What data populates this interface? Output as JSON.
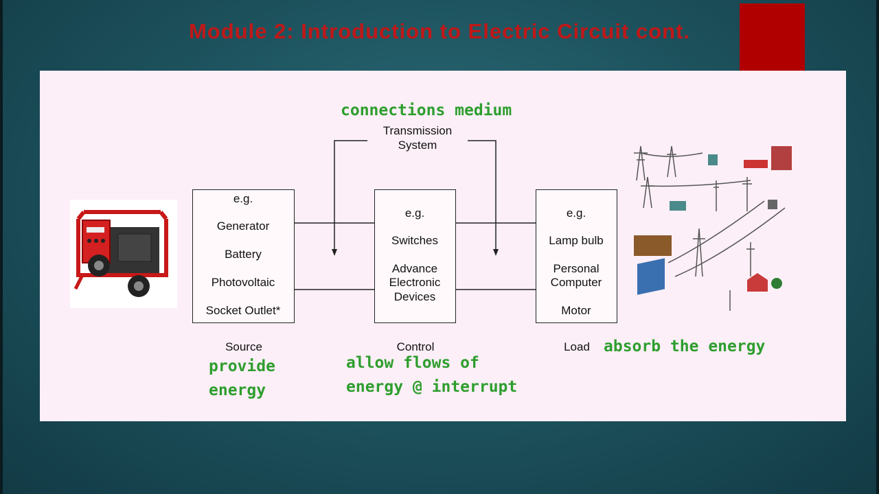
{
  "slide": {
    "title": "Module 2: Introduction to Electric Circuit cont."
  },
  "diagram": {
    "transmission_label_1": "Transmission",
    "transmission_label_2": "System",
    "connections_note": "connections medium",
    "source_box": {
      "eg": "e.g.",
      "items": [
        "Generator",
        "Battery",
        "Photovoltaic",
        "Socket Outlet*"
      ]
    },
    "control_box": {
      "eg": "e.g.",
      "items": [
        "Switches",
        "Advance",
        "Electronic",
        "Devices"
      ]
    },
    "load_box": {
      "eg": "e.g.",
      "items": [
        "Lamp bulb",
        "Personal",
        "Computer",
        "Motor"
      ]
    },
    "labels": {
      "source": "Source",
      "control": "Control",
      "load": "Load"
    },
    "notes": {
      "source_1": "provide",
      "source_2": "energy",
      "control_1": "allow flows of",
      "control_2": "energy @ interrupt",
      "load": "absorb the energy"
    }
  },
  "colors": {
    "title": "#c01818",
    "annotation_green": "#2e9e2e",
    "panel": "#fceff7"
  }
}
